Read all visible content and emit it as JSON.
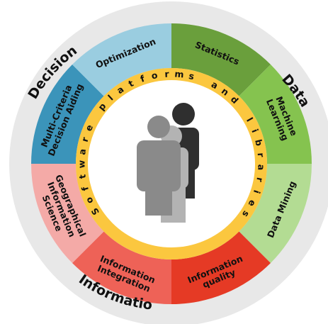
{
  "diagram": {
    "colors": {
      "background": "#ffffff",
      "outer_ring": "#e8e8e8",
      "yellow_ring": "#fbc73f",
      "center": "#ffffff",
      "figure_front": "#8a8a8a",
      "figure_middle": "#b3b3b3",
      "figure_back": "#2f2f2f"
    },
    "groups": [
      {
        "label": "Decision"
      },
      {
        "label": "Data"
      },
      {
        "label": "Information"
      }
    ],
    "segments": [
      {
        "lines": [
          "Statistics"
        ],
        "color": "#6a9f3c"
      },
      {
        "lines": [
          "Machine",
          "Learning"
        ],
        "color": "#85c34f"
      },
      {
        "lines": [
          "Data Mining"
        ],
        "color": "#b3dc93"
      },
      {
        "lines": [
          "Information",
          "quality"
        ],
        "color": "#e53a25"
      },
      {
        "lines": [
          "Information",
          "Integration"
        ],
        "color": "#ee6257"
      },
      {
        "lines": [
          "Geographical",
          "Information",
          "Science"
        ],
        "color": "#f4aaa7"
      },
      {
        "lines": [
          "Multi-Criteria",
          "Decision Aiding"
        ],
        "color": "#3b94ba"
      },
      {
        "lines": [
          "Optimization"
        ],
        "color": "#9acde0"
      }
    ],
    "ring_text": "Software platforms and libraries",
    "icon": "people-group-icon"
  }
}
